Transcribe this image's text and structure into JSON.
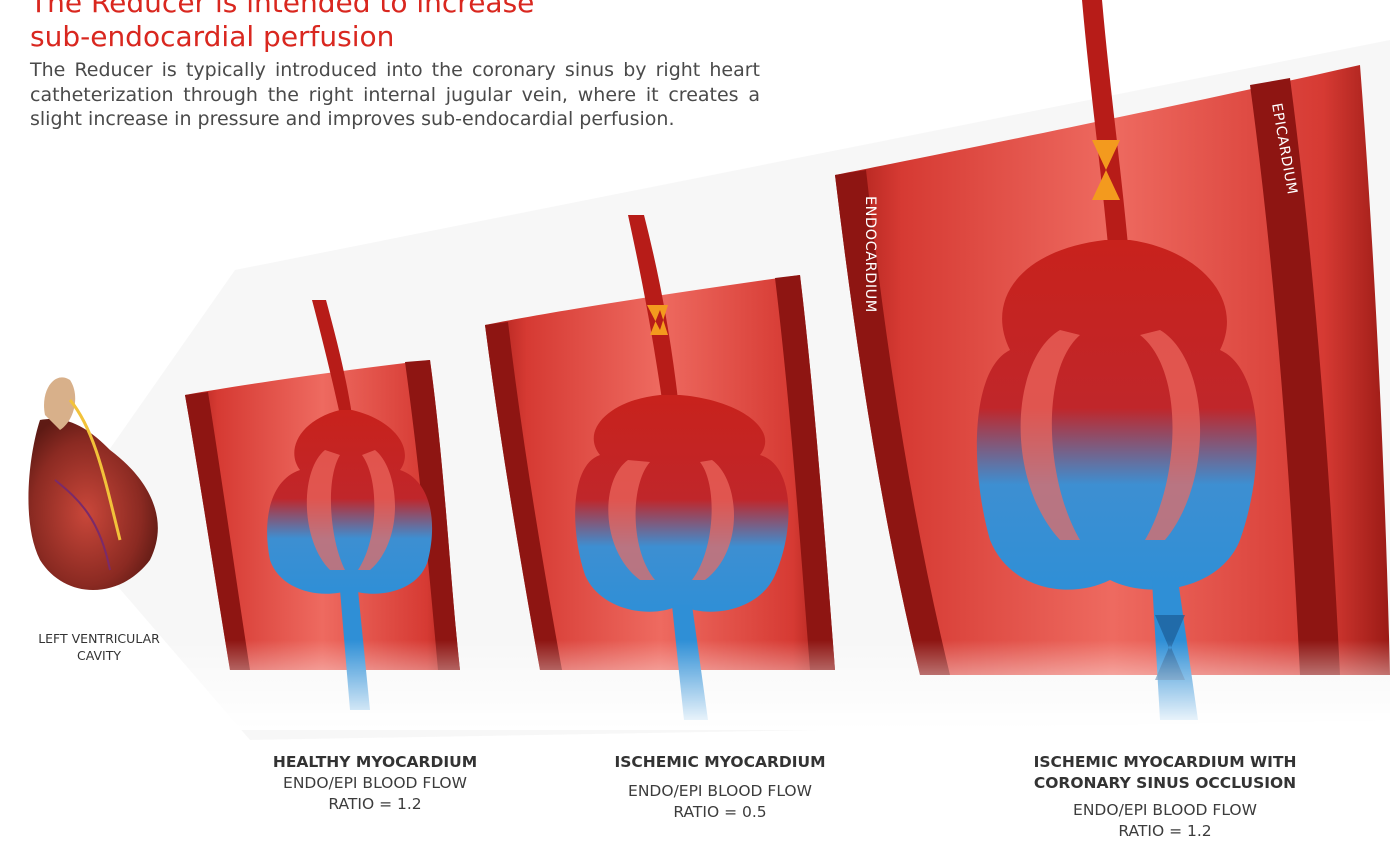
{
  "heading": {
    "line1": "The Reducer is intended to increase",
    "line2": "sub-endocardial perfusion"
  },
  "intro": "The Reducer is typically introduced into the coronary sinus by right heart catheterization through the right internal jugular vein, where it creates a slight increase in pressure and improves sub-endocardial perfusion.",
  "labels": {
    "endocardium": "ENDOCARDIUM",
    "epicardium": "EPICARDIUM",
    "lv_line1": "LEFT VENTRICULAR",
    "lv_line2": "CAVITY"
  },
  "panels": [
    {
      "title_lines": [
        "HEALTHY MYOCARDIUM"
      ],
      "flow_line": "ENDO/EPI BLOOD FLOW",
      "ratio_line": "RATIO = 1.2"
    },
    {
      "title_lines": [
        "ISCHEMIC MYOCARDIUM"
      ],
      "flow_line": "ENDO/EPI BLOOD FLOW",
      "ratio_line": "RATIO = 0.5"
    },
    {
      "title_lines": [
        "ISCHEMIC MYOCARDIUM WITH",
        "CORONARY SINUS OCCLUSION"
      ],
      "flow_line": "ENDO/EPI BLOOD FLOW",
      "ratio_line": "RATIO = 1.2"
    }
  ],
  "colors": {
    "heading": "#d9271f",
    "tissue": "#e0403a",
    "tissue_dark": "#8e1512",
    "vessel_red": "#c8221c",
    "vessel_blue": "#2f8fd6",
    "occlusion": "#f39a1e"
  }
}
